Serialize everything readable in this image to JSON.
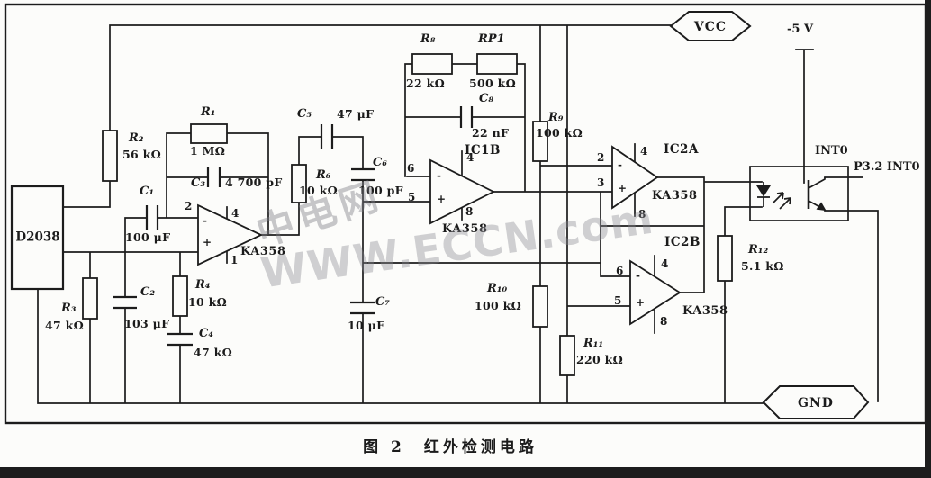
{
  "caption": "图 2　红外检测电路",
  "watermark": {
    "cn": "中电网",
    "www": "WWW.ECCN.com"
  },
  "power": {
    "vcc": "VCC",
    "gnd": "GND",
    "neg5v": "-5 V"
  },
  "mcu_signals": {
    "int0": "INT0",
    "p32_int0": "P3.2 INT0"
  },
  "sensor": {
    "label": "D2038"
  },
  "components": {
    "R1": {
      "ref": "R₁",
      "value": "1 MΩ"
    },
    "R2": {
      "ref": "R₂",
      "value": "56 kΩ"
    },
    "R3": {
      "ref": "R₃",
      "value": "47 kΩ"
    },
    "R4": {
      "ref": "R₄",
      "value": "10 kΩ"
    },
    "R6": {
      "ref": "R₆",
      "value": "10 kΩ"
    },
    "R8": {
      "ref": "R₈",
      "value": "22 kΩ"
    },
    "RP1": {
      "ref": "RP1",
      "value": "500 kΩ"
    },
    "R9": {
      "ref": "R₉",
      "value": "100 kΩ"
    },
    "R10": {
      "ref": "R₁₀",
      "value": "100 kΩ"
    },
    "R11": {
      "ref": "R₁₁",
      "value": "220 kΩ"
    },
    "R12": {
      "ref": "R₁₂",
      "value": "5.1 kΩ"
    },
    "C1": {
      "ref": "C₁",
      "value": "100 μF"
    },
    "C2": {
      "ref": "C₂",
      "value": "103 μF"
    },
    "C3": {
      "ref": "C₃",
      "value": "4 700 pF"
    },
    "C4": {
      "ref": "C₄",
      "value": "47 kΩ"
    },
    "C5": {
      "ref": "C₅",
      "value": "47 μF"
    },
    "C6": {
      "ref": "C₆",
      "value": "100 pF"
    },
    "C7": {
      "ref": "C₇",
      "value": "10 μF"
    },
    "C8": {
      "ref": "C₈",
      "value": "22 nF"
    }
  },
  "opamps": {
    "ic1a": {
      "chip": "KA358",
      "pin_in": "2",
      "pin_top": "4",
      "pin_bot": "1",
      "minus": "-",
      "plus": "+"
    },
    "ic1b": {
      "name": "IC1B",
      "chip": "KA358",
      "pin_inv": "6",
      "pin_nin": "5",
      "pin_top": "4",
      "pin_bot": "8",
      "minus": "-",
      "plus": "+"
    },
    "ic2a": {
      "name": "IC2A",
      "chip": "KA358",
      "pin_inv": "2",
      "pin_nin": "3",
      "pin_top": "4",
      "pin_bot": "8",
      "minus": "-",
      "plus": "+"
    },
    "ic2b": {
      "name": "IC2B",
      "chip": "KA358",
      "pin_inv": "6",
      "pin_nin": "5",
      "pin_top": "4",
      "pin_bot": "8",
      "minus": "-",
      "plus": "+"
    }
  }
}
